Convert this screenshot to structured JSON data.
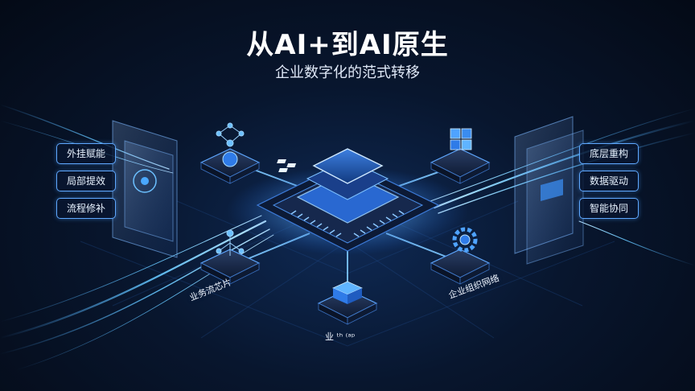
{
  "header": {
    "title": "从AI+到AI原生",
    "subtitle": "企业数字化的范式转移"
  },
  "left_panel": {
    "items": [
      "外挂赋能",
      "局部提效",
      "流程修补"
    ]
  },
  "right_panel": {
    "items": [
      "底层重构",
      "数据驱动",
      "智能协同"
    ]
  },
  "nodes": {
    "business_chip": "业务流芯片",
    "org_network": "企业组织网络",
    "bottom_node": "业 ᵗʰ ⁽ᵃᵖ"
  },
  "colors": {
    "accent": "#4aa8ff",
    "glow": "#66c8ff",
    "background": "#06101f"
  }
}
